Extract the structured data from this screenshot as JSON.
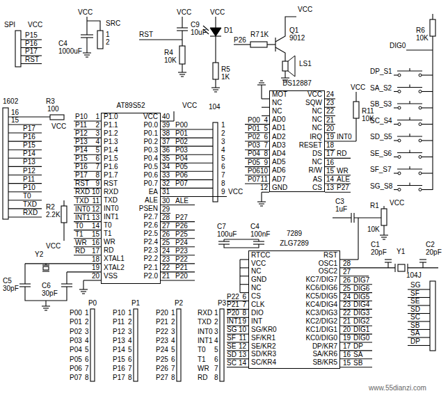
{
  "diagram": {
    "nodes": [
      {
        "text": [
          "AT89S52",
          "P1.0",
          "P1.1",
          "P1.2",
          "P1.3",
          "P1.4",
          "P1.5",
          "P1.6",
          "P1.7",
          "RST",
          "RXD",
          "TXD",
          "INT0",
          "INT1",
          "T0",
          "T1",
          "WR",
          "RD",
          "XTAL1",
          "XTAL2",
          "VSS",
          "VCC",
          "P0.0",
          "P0.1",
          "P0.2",
          "P0.3",
          "P0.4",
          "P0.5",
          "P0.6",
          "P0.7",
          "EA",
          "ALE",
          "PSEN",
          "P2.7",
          "P2.6",
          "P2.5",
          "P2.4",
          "P2.3",
          "P2.2",
          "P2.1",
          "P2.0"
        ]
      },
      {
        "text": [
          "DS12887",
          "MOT",
          "NC",
          "NC",
          "AD0",
          "AD1",
          "AD2",
          "AD3",
          "AD4",
          "AD5",
          "AD6",
          "AD7",
          "GND",
          "VCC",
          "SQW",
          "NC",
          "NC",
          "NC",
          "IRQ",
          "RESET",
          "DS",
          "NC",
          "R/W",
          "AS",
          "CS"
        ]
      },
      {
        "text": [
          "7289",
          "ZLG7289",
          "RTCC",
          "VCC",
          "NC",
          "GND",
          "NC",
          "CS",
          "CLK",
          "DIO",
          "INT",
          "SG/KR0",
          "SF/KR1",
          "SE/KR2",
          "SD/KR3",
          "SC/KR4",
          "RST",
          "OSC1",
          "OSC2",
          "KC7/DIG7",
          "KC6/DIG6",
          "KC5/DIG5",
          "KC4/DIG4",
          "KC3/DIG3",
          "KC2/DIG2",
          "KC1/DIG1",
          "KC0/DIG0",
          "DP/KR7",
          "SA/KR6",
          "SB/KR5"
        ]
      }
    ],
    "labels": [
      "SPI",
      "VCC",
      "P15",
      "P16",
      "P17",
      "RST",
      "VCC",
      "C4",
      "1000uF",
      "SRC",
      "1",
      "2",
      "RST",
      "VCC",
      "C9",
      "10uF",
      "R4",
      "10K",
      "D1",
      "VCC",
      "R5",
      "1K",
      "P26",
      "R7",
      "1K",
      "Q1",
      "9012",
      "VCC",
      "LS1",
      "R6",
      "10K",
      "DIG0",
      "DP_S1",
      "SA_S2",
      "SB_S3",
      "SC_S4",
      "SD_S5",
      "SE_S6",
      "SF_S7",
      "SG_S8",
      "1602",
      "R3",
      "100",
      "VCC",
      "16",
      "15",
      "P17",
      "P16",
      "P15",
      "P14",
      "P13",
      "P12",
      "P11",
      "P10",
      "T0",
      "TXD",
      "RXD",
      "R2",
      "2.2K",
      "VCC",
      "P10",
      "P11",
      "P12",
      "P13",
      "P14",
      "P15",
      "P16",
      "P17",
      "RST",
      "RXD",
      "TXD",
      "INT0",
      "INT1",
      "T0",
      "T1",
      "WR",
      "RD",
      "1",
      "2",
      "3",
      "4",
      "5",
      "6",
      "7",
      "8",
      "9",
      "10",
      "11",
      "12",
      "13",
      "14",
      "15",
      "16",
      "17",
      "18",
      "19",
      "20",
      "40",
      "39",
      "38",
      "37",
      "36",
      "35",
      "34",
      "33",
      "32",
      "31",
      "30",
      "29",
      "28",
      "27",
      "26",
      "25",
      "24",
      "23",
      "22",
      "21",
      "VCC",
      "P00",
      "P01",
      "P02",
      "P03",
      "P04",
      "P05",
      "P06",
      "P07",
      "VCC",
      "ALE",
      "P27",
      "P26",
      "P25",
      "P24",
      "P23",
      "P22",
      "P21",
      "P20",
      "104",
      "1",
      "2",
      "3",
      "4",
      "5",
      "6",
      "7",
      "8",
      "9",
      "C7",
      "100uF",
      "C4",
      "100nF",
      "Y2",
      "C5",
      "30pF",
      "C6",
      "30pF",
      "P0",
      "P00",
      "P01",
      "P02",
      "P03",
      "P04",
      "P05",
      "P06",
      "P07",
      "1",
      "2",
      "3",
      "4",
      "5",
      "6",
      "7",
      "8",
      "P1",
      "P10",
      "P11",
      "P12",
      "P13",
      "P14",
      "P15",
      "P16",
      "P17",
      "1",
      "2",
      "3",
      "4",
      "5",
      "6",
      "7",
      "8",
      "P2",
      "P20",
      "P21",
      "P22",
      "P23",
      "P24",
      "P25",
      "P26",
      "P27",
      "1",
      "2",
      "3",
      "4",
      "5",
      "6",
      "7",
      "8",
      "P3",
      "RXD",
      "TXD",
      "INT0",
      "INT1",
      "T0",
      "T1",
      "WR",
      "RD",
      "1",
      "2",
      "3",
      "4",
      "5",
      "6",
      "7",
      "8",
      "P00",
      "P01",
      "P02",
      "P03",
      "P04",
      "P05",
      "P06",
      "P07",
      "4",
      "5",
      "6",
      "7",
      "8",
      "9",
      "10",
      "11",
      "12",
      "24",
      "23",
      "22",
      "21",
      "20",
      "19",
      "18",
      "17",
      "16",
      "15",
      "14",
      "13",
      "INT0",
      "RD",
      "WR",
      "ALE",
      "P27",
      "VCC",
      "R11",
      "10K",
      "C3",
      "1uF",
      "R1",
      "10K",
      "VCC",
      "6",
      "7",
      "8",
      "9",
      "10",
      "11",
      "12",
      "13",
      "14",
      "P22",
      "P21",
      "P20",
      "INT1",
      "SG",
      "SF",
      "SE",
      "SD",
      "SC",
      "28",
      "27",
      "26",
      "25",
      "24",
      "23",
      "22",
      "21",
      "20",
      "19",
      "17",
      "16",
      "15",
      "DIG7",
      "DIG6",
      "DIG5",
      "DIG4",
      "DIG3",
      "DIG2",
      "DIG1",
      "DIG0",
      "DP",
      "SA",
      "SB",
      "C1",
      "20pF",
      "Y1",
      "C2",
      "20pF",
      "104J",
      "SG",
      "SF",
      "SE",
      "SD",
      "SC",
      "SB",
      "SA",
      "DP",
      "www.55dianzi.com"
    ]
  }
}
